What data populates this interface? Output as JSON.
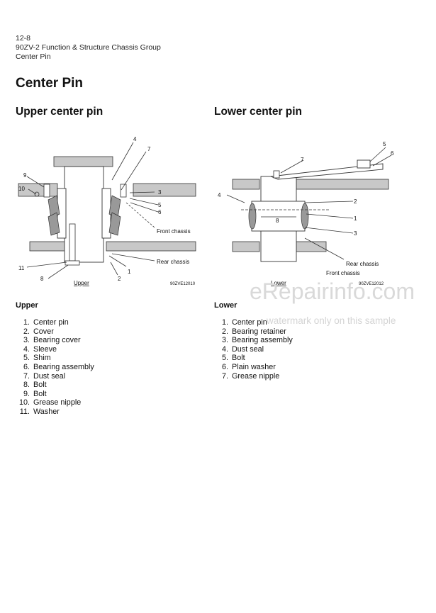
{
  "header": {
    "page_number": "12-8",
    "manual": "90ZV-2 Function & Structure Chassis Group",
    "section": "Center Pin"
  },
  "page_title": "Center Pin",
  "upper": {
    "subtitle": "Upper center pin",
    "figure": {
      "caption": "Upper",
      "code": "90ZVE12010",
      "callouts": [
        "1",
        "2",
        "3",
        "4",
        "5",
        "6",
        "7",
        "8",
        "9",
        "10",
        "11"
      ],
      "front_chassis": "Front chassis",
      "rear_chassis": "Rear chassis"
    },
    "list_title": "Upper",
    "parts": [
      {
        "num": "1.",
        "name": "Center pin"
      },
      {
        "num": "2.",
        "name": "Cover"
      },
      {
        "num": "3.",
        "name": "Bearing cover"
      },
      {
        "num": "4.",
        "name": "Sleeve"
      },
      {
        "num": "5.",
        "name": "Shim"
      },
      {
        "num": "6.",
        "name": "Bearing assembly"
      },
      {
        "num": "7.",
        "name": "Dust seal"
      },
      {
        "num": "8.",
        "name": "Bolt"
      },
      {
        "num": "9.",
        "name": "Bolt"
      },
      {
        "num": "10.",
        "name": "Grease nipple"
      },
      {
        "num": "11.",
        "name": "Washer"
      }
    ]
  },
  "lower": {
    "subtitle": "Lower center pin",
    "figure": {
      "caption": "Lower",
      "code": "90ZVE12012",
      "callouts": [
        "1",
        "2",
        "3",
        "4",
        "5",
        "6",
        "7",
        "8"
      ],
      "front_chassis": "Front chassis",
      "rear_chassis": "Rear chassis"
    },
    "list_title": "Lower",
    "parts": [
      {
        "num": "1.",
        "name": "Center pin"
      },
      {
        "num": "2.",
        "name": "Bearing retainer"
      },
      {
        "num": "3.",
        "name": "Bearing assembly"
      },
      {
        "num": "4.",
        "name": "Dust seal"
      },
      {
        "num": "5.",
        "name": "Bolt"
      },
      {
        "num": "6.",
        "name": "Plain washer"
      },
      {
        "num": "7.",
        "name": "Grease nipple"
      }
    ]
  },
  "watermark": {
    "brand": "eRepairinfo.com",
    "note": "watermark only on this sample"
  }
}
